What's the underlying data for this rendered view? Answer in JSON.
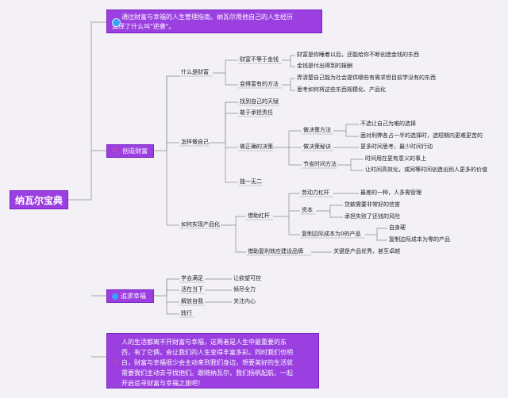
{
  "root": "纳瓦尔宝典",
  "intro": {
    "icon": "globe-icon",
    "text1": "通往财富与幸福的人生管理指南。纳瓦尔用他自己的人生经历",
    "text2": "演绎了什么叫\"逆袭\"。"
  },
  "wealth": {
    "icon": "pickaxe-icon",
    "label": "创造财富",
    "what": {
      "label": "什么是财富",
      "a": {
        "label": "财富不等于金钱",
        "items": [
          "财富是你睡着以后，还能给你不断创造金钱的东西",
          "金钱是付出得到的报酬"
        ]
      },
      "b": {
        "label": "变得富有的方法",
        "items": [
          "弄清楚自己能为社会提供哪些有需求但目前学没有的东西",
          "思考如何将这些东西规模化、产品化"
        ]
      }
    },
    "how": {
      "label": "怎样做自己",
      "find": "找到自己的天赋",
      "brave": "敢于承担责任",
      "decide": {
        "label": "做正确的决策",
        "method": {
          "label": "做决策方法",
          "items": [
            "不选让自己为难的选择",
            "面对利弊各占一半的选择时，选短期内更难更苦的"
          ]
        },
        "secret": {
          "label": "做决策秘诀",
          "item": "更多时间思考，最少时间行动"
        },
        "time": {
          "label": "节省时间方法",
          "items": [
            "时间用在更有意义的事上",
            "让时间高效化，或同等时间创造出别人更多的价值"
          ]
        }
      },
      "unique": "独一无二"
    },
    "product": {
      "label": "如何实现产品化",
      "leverage": {
        "label": "借助杠杆",
        "labor": {
          "label": "劳动力杠杆",
          "item": "最差的一种，人多需管理"
        },
        "capital": {
          "label": "资本",
          "items": [
            "贷款需要非常好的信誉",
            "承担失败了还钱的风险"
          ]
        },
        "copy": {
          "label": "复制边际成本为0的产品",
          "items": [
            "自身硬",
            "复制边际成本为零的产品"
          ]
        }
      },
      "brand": {
        "label": "借助复利效应建设品牌",
        "item": "关键是产品优秀，甚至卓越"
      }
    }
  },
  "happy": {
    "icon": "globe-icon",
    "label": "追求幸福",
    "rows": [
      {
        "label": "学会满足",
        "item": "让欲望可控"
      },
      {
        "label": "活在当下",
        "item": "倾尽全力"
      },
      {
        "label": "解放自我",
        "item": "关注内心"
      },
      {
        "label": "践行",
        "item": ""
      }
    ]
  },
  "summary": {
    "icon": "fire-icon",
    "lines": [
      "人的生活都离不开财富与幸福，这两者是人生中最重要的东",
      "西，有了它俩，会让我们的人生变得丰富多彩。同时我们也明",
      "白，财富与幸福很少会主动来到我们身边，想要美好的生活就",
      "需要我们主动去寻找他们。跟随纳瓦尔，我们扬帆起航，一起",
      "开启追寻财富与幸福之旅吧！"
    ]
  }
}
